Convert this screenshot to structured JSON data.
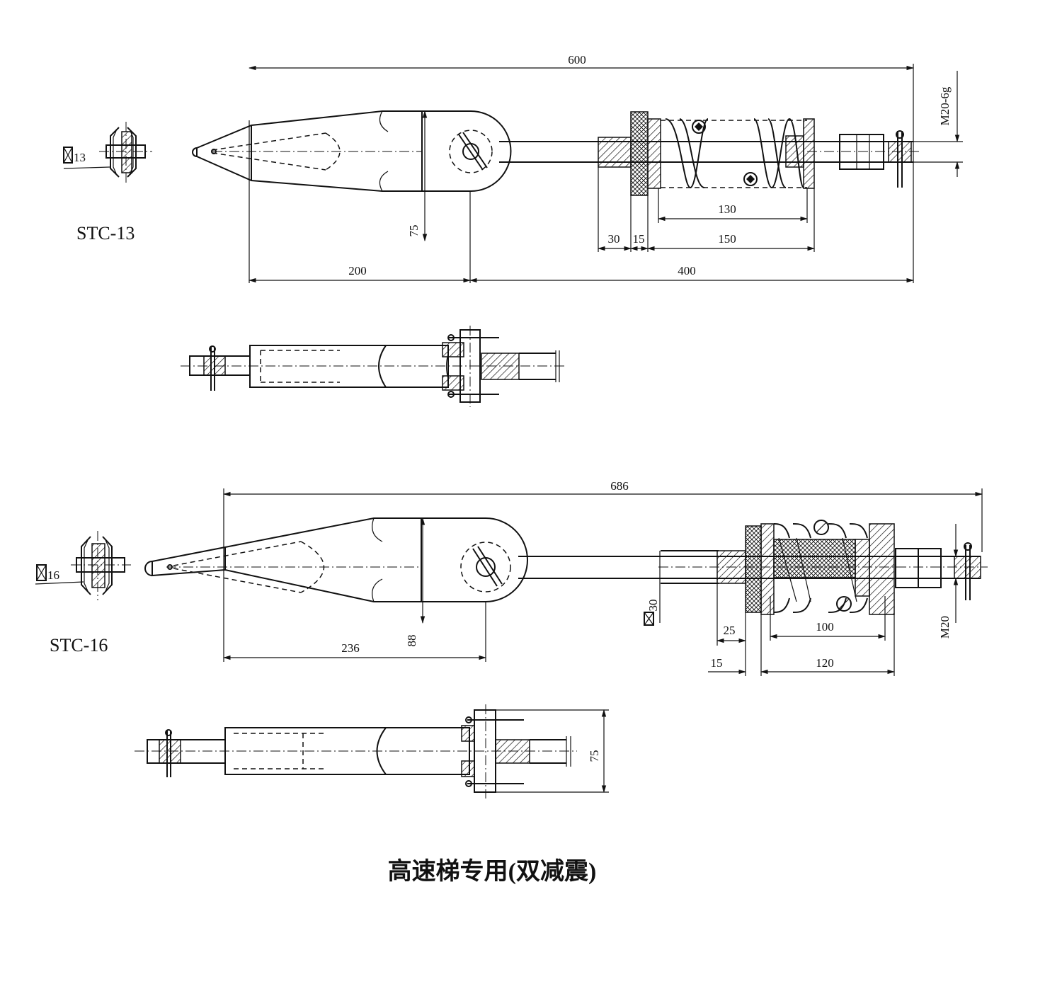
{
  "caption": "高速梯专用(双减震)",
  "stc13": {
    "model": "STC-13",
    "square_label": "13",
    "dims": {
      "total": "600",
      "head": "200",
      "rod": "400",
      "height": "75",
      "d30": "30",
      "d15": "15",
      "d150": "150",
      "d130": "130",
      "thread": "M20-6g"
    }
  },
  "stc16": {
    "model": "STC-16",
    "square_label": "16",
    "dims": {
      "total": "686",
      "head": "236",
      "height": "88",
      "square30": "30",
      "d25": "25",
      "d100": "100",
      "d15": "15",
      "d120": "120",
      "thread": "M20",
      "side_height": "75"
    }
  }
}
